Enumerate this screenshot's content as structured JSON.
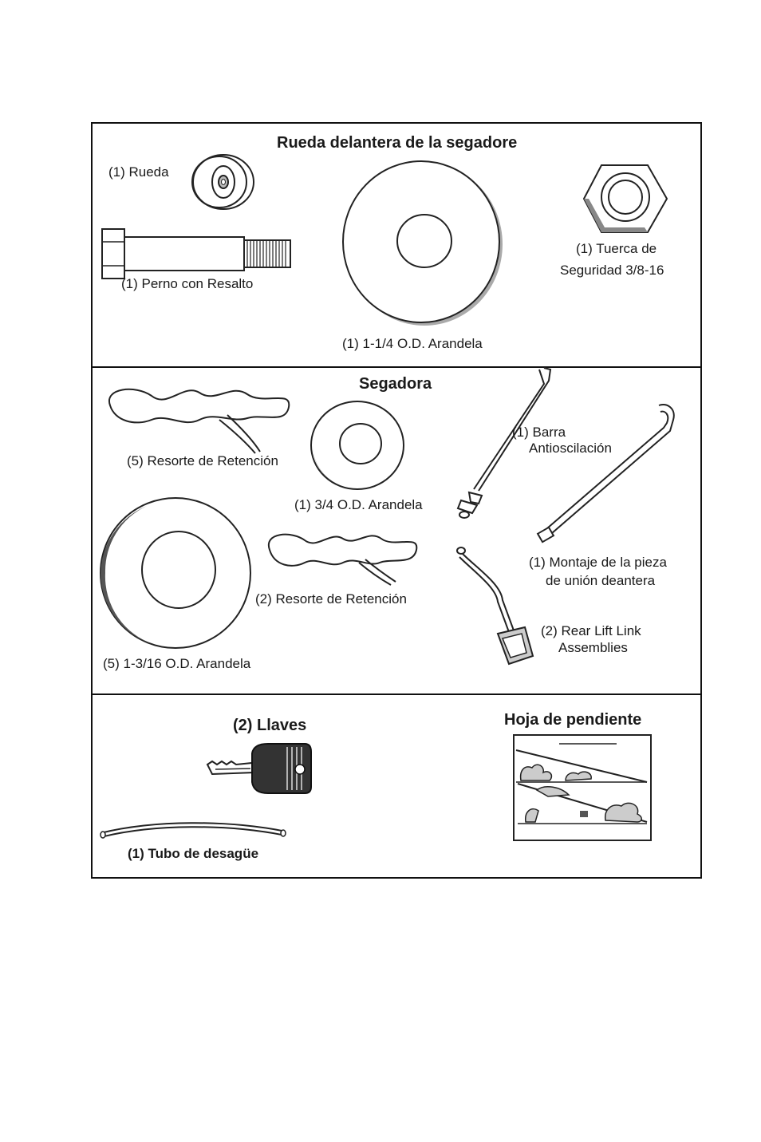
{
  "sections": {
    "front_wheel": {
      "title": "Rueda delantera de la segadore",
      "rueda": "(1) Rueda",
      "perno": "(1) Perno  con Resalto",
      "arandela": "(1) 1-1/4 O.D. Arandela",
      "tuerca_line1": "(1) Tuerca de",
      "tuerca_line2": "Seguridad  3/8-16"
    },
    "mower": {
      "title": "Segadora",
      "resorte5": "(5) Resorte de Retención",
      "arandela34": "(1) 3/4 O.D. Arandela",
      "barra_line1": "(1) Barra",
      "barra_line2": "Antioscilación",
      "montaje_line1": "(1) Montaje de la pieza",
      "montaje_line2": "de unión deantera",
      "resorte2": "(2) Resorte de Retención",
      "rear_lift_line1": "(2) Rear Lift Link",
      "rear_lift_line2": "Assemblies",
      "arandela1316": "(5) 1-3/16 O.D. Arandela"
    },
    "misc": {
      "llaves": "(2) Llaves",
      "tubo": "(1) Tubo de desagüe",
      "hoja": "Hoja de pendiente"
    }
  },
  "icons": [
    "wheel-icon",
    "shoulder-bolt-icon",
    "large-washer-icon",
    "lock-nut-icon",
    "retaining-spring-icon",
    "small-washer-icon",
    "sway-bar-icon",
    "front-link-icon",
    "medium-washer-icon",
    "rear-lift-link-icon",
    "key-icon",
    "drain-tube-icon",
    "slope-sheet-icon"
  ]
}
